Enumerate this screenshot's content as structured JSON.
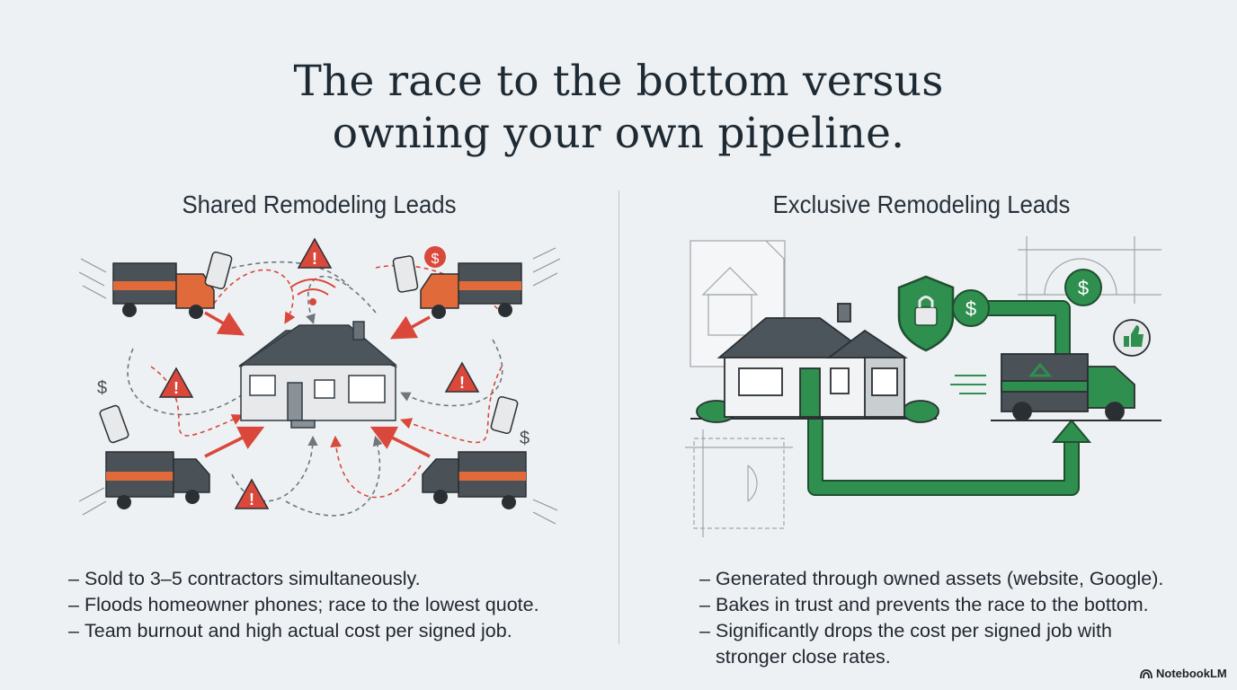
{
  "title": {
    "line1": "The race to the bottom versus",
    "line2": "owning your own pipeline."
  },
  "left": {
    "heading": "Shared Remodeling Leads",
    "bullets": [
      "Sold to 3–5 contractors simultaneously.",
      "Floods homeowner phones; race to the lowest quote.",
      "Team burnout and high actual cost per signed job."
    ]
  },
  "right": {
    "heading": "Exclusive Remodeling Leads",
    "bullets": [
      "Generated through owned assets (website, Google).",
      "Bakes in trust and prevents the race to the bottom.",
      "Significantly drops the cost per signed job with stronger close rates."
    ]
  },
  "badge": {
    "label": "NotebookLM",
    "icon": "notebooklm-logo-icon"
  },
  "colors": {
    "background": "#eef1f3",
    "truck_body": "#4a5157",
    "truck_orange": "#e06a3a",
    "warning_red": "#d9483b",
    "exclusive_green": "#2f8f4e",
    "house_roof": "#4d555c"
  }
}
